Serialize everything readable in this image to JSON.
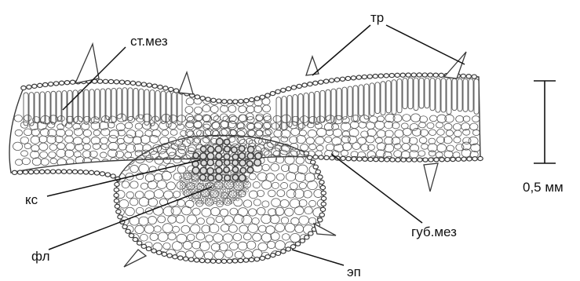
{
  "figure": {
    "labels": {
      "st_mez": "ст.мез",
      "tr": "тр",
      "ks": "кс",
      "fl": "фл",
      "gub_mez": "губ.мез",
      "ep": "эп"
    },
    "scale_bar": {
      "label": "0,5 мм"
    },
    "colors": {
      "ink": "#3a3a3a",
      "cell": "#555555",
      "xylem": "#444444"
    }
  }
}
